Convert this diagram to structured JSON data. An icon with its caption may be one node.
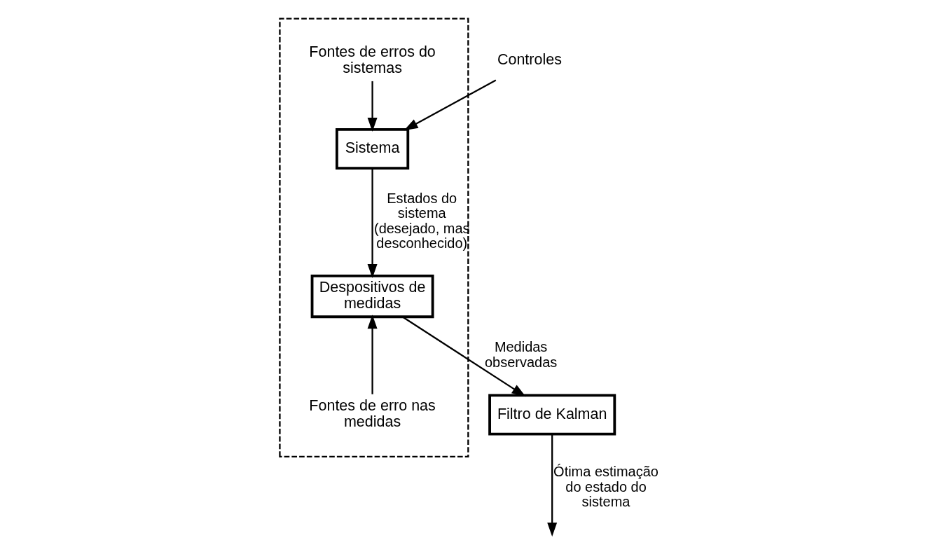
{
  "diagram": {
    "nodes": [
      {
        "text": [],
        "shape": "box"
      },
      {
        "text": [
          "Fontes de erros do sistemas"
        ],
        "in": 0
      },
      {
        "text": [
          "Sistema"
        ],
        "in": 0
      },
      {
        "text": [
          "Despositivos de medidas"
        ],
        "in": 0
      },
      {
        "text": [
          "Fontes de erro nas medidas"
        ],
        "in": 0
      },
      {
        "text": [
          "Controles"
        ]
      },
      {
        "text": [
          "Filtro de Kalman"
        ]
      }
    ],
    "edges": [
      {
        "from": 1,
        "to": 2,
        "arrow": "to"
      },
      {
        "from": 5,
        "to": 2,
        "arrow": "to"
      },
      {
        "from": 2,
        "to": 3,
        "arrow": "to",
        "label": "Estados do sistema (desejado, mas desconhecido)"
      },
      {
        "from": 4,
        "to": 3,
        "arrow": "to"
      },
      {
        "from": 3,
        "to": 6,
        "arrow": "to",
        "label": "Medidas observadas"
      },
      {
        "from": 6,
        "to": null,
        "arrow": "to",
        "label": "Ótima estimação do estado do sistema"
      }
    ]
  }
}
